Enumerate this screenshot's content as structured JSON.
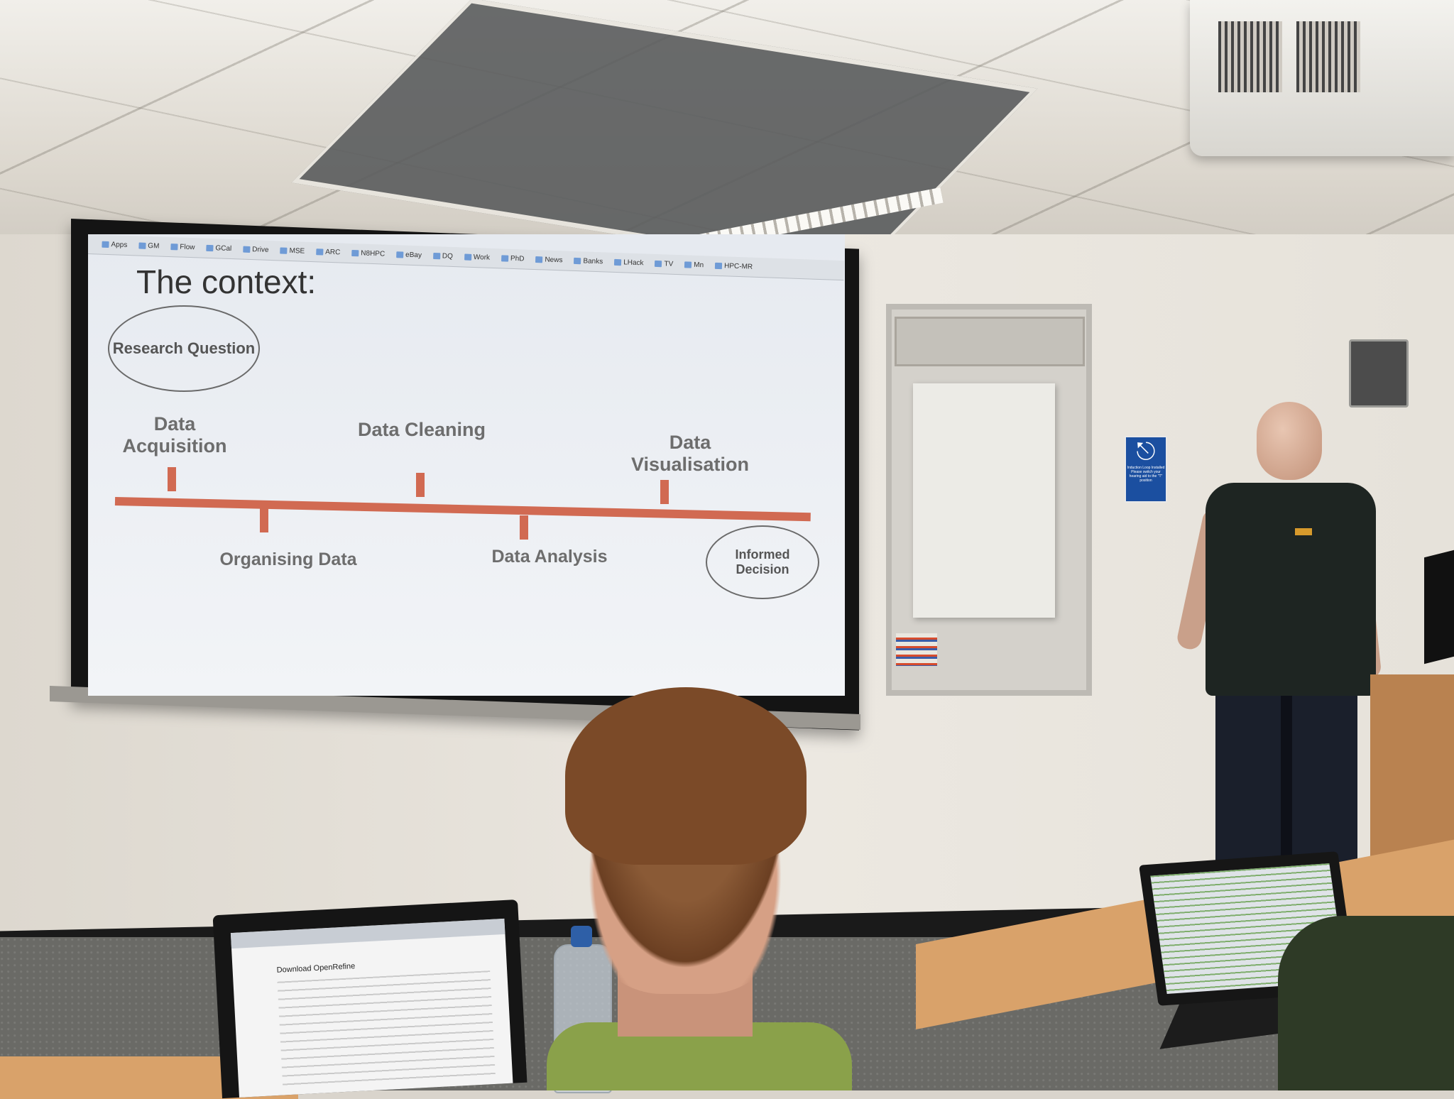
{
  "browser_bookmarks": [
    "Apps",
    "GM",
    "Flow",
    "GCal",
    "Drive",
    "MSE",
    "ARC",
    "N8HPC",
    "eBay",
    "DQ",
    "Work",
    "PhD",
    "News",
    "Banks",
    "LHack",
    "TV",
    "Mn",
    "HPC-MR"
  ],
  "slide": {
    "title": "The context:",
    "start_oval": "Research Question",
    "end_oval": "Informed Decision",
    "stages_above": [
      "Data Acquisition",
      "Data Cleaning",
      "Data Visualisation"
    ],
    "stages_below": [
      "Organising Data",
      "Data Analysis"
    ]
  },
  "wall_sign": {
    "symbol": "ear-T",
    "text": "Induction Loop Installed Please switch your hearing aid to the \"T\" position",
    "color": "#1b4fa0"
  },
  "laptop_screen": {
    "heading": "Download OpenRefine"
  },
  "colors": {
    "timeline": "#d16a52",
    "stage_text": "#6d6d6d",
    "slide_background": "#eef1f5"
  }
}
